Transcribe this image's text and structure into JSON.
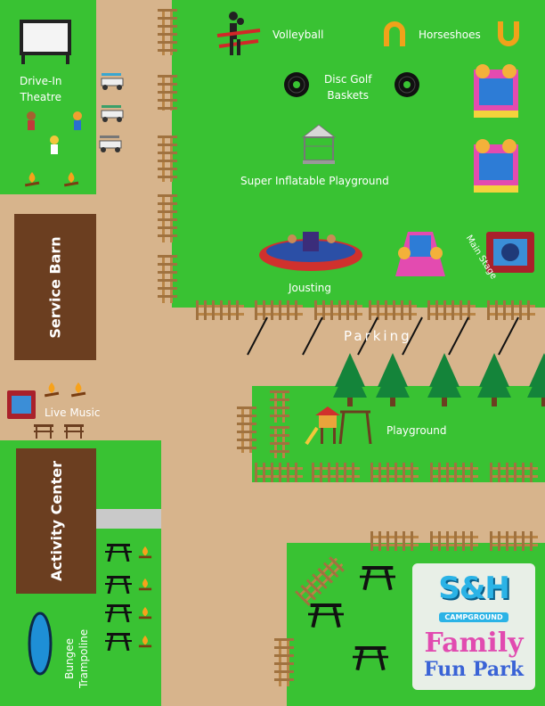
{
  "map": {
    "labels": {
      "drive_in": "Drive-In\nTheatre",
      "volleyball": "Volleyball",
      "horseshoes": "Horseshoes",
      "disc_golf": "Disc Golf\nBaskets",
      "inflatable": "Super Inflatable Playground",
      "main_stage": "Main Stage",
      "jousting": "Jousting",
      "parking": "Parking",
      "service_barn": "Service Barn",
      "live_music": "Live Music",
      "playground": "Playground",
      "activity_center": "Activity Center",
      "bungee": "Bungee\nTrampoline"
    },
    "logo": {
      "brand": "S&H",
      "sub": "CAMPGROUND",
      "line1": "Family",
      "line2": "Fun Park"
    },
    "colors": {
      "grass": "#39c233",
      "path": "#d7b48c",
      "barn": "#6b3e20",
      "fence": "#b98546"
    }
  }
}
